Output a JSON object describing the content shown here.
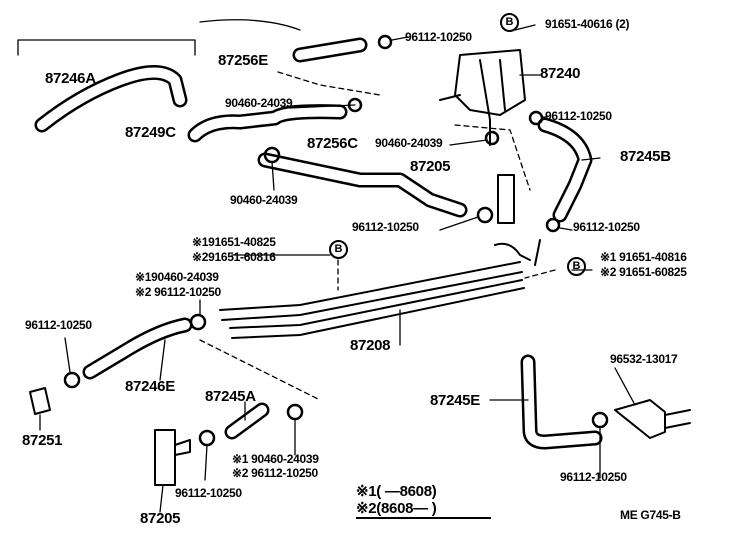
{
  "parts": {
    "p87256E": "87256E",
    "p87240": "87240",
    "p87246A": "87246A",
    "p87249C": "87249C",
    "p87256C": "87256C",
    "p87245B": "87245B",
    "p87205a": "87205",
    "p87208": "87208",
    "p87246E": "87246E",
    "p87245A": "87245A",
    "p87245E": "87245E",
    "p87251": "87251",
    "p87205b": "87205"
  },
  "fasteners": {
    "clamp_top": "96112-10250",
    "bolt_b": "91651-40616 (2)",
    "clamp_87240": "96112-10250",
    "clip_87249c": "90460-24039",
    "clip_87240": "90460-24039",
    "clip_below": "90460-24039",
    "clamp_87205": "96112-10250",
    "clamp_87245b": "96112-10250",
    "bracket_l1": "※191651-40825",
    "bracket_l2": "※291651-60816",
    "bracket_r1": "※1 91651-40816",
    "bracket_r2": "※2 91651-60825",
    "clip_mid1": "※190460-24039",
    "clip_mid2": "※2 96112-10250",
    "clamp_left": "96112-10250",
    "union": "96532-13017",
    "clip_low1": "※1 90460-24039",
    "clip_low2": "※2 96112-10250",
    "clamp_low": "96112-10250",
    "clamp_right_low": "96112-10250"
  },
  "bolt_marker": "B",
  "notes": {
    "n1": "※1(      —8608)",
    "n2": "※2(8608—      )"
  },
  "code": "ME  G745-B"
}
